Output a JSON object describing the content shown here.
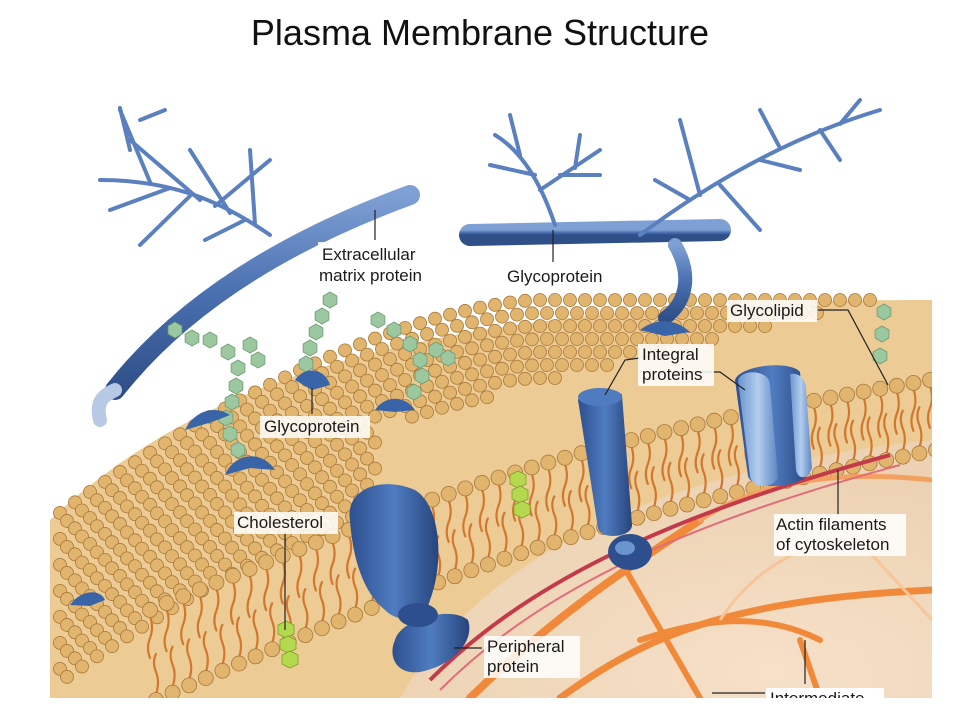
{
  "title": "Plasma Membrane Structure",
  "labels": {
    "ecm_l1": "Extracellular",
    "ecm_l2": "matrix protein",
    "glycoprotein_top": "Glycoprotein",
    "glycolipid": "Glycolipid",
    "integral_l1": "Integral",
    "integral_l2": "proteins",
    "glycoprotein_left": "Glycoprotein",
    "cholesterol": "Cholesterol",
    "actin_l1": "Actin filaments",
    "actin_l2": "of cytoskeleton",
    "peripheral_l1": "Peripheral",
    "peripheral_l2": "protein",
    "intermediate": "Intermediate"
  },
  "colors": {
    "phospholipid_head": "#e2b56f",
    "lipid_tail": "#d2782e",
    "protein_blue": "#3a64a8",
    "light_protein": "#8fb4e0",
    "sugar_chain": "#9cc8a0",
    "cholesterol": "#b5d94e",
    "cytoskeleton": "#f08a3a",
    "actin": "#c43a4a"
  }
}
